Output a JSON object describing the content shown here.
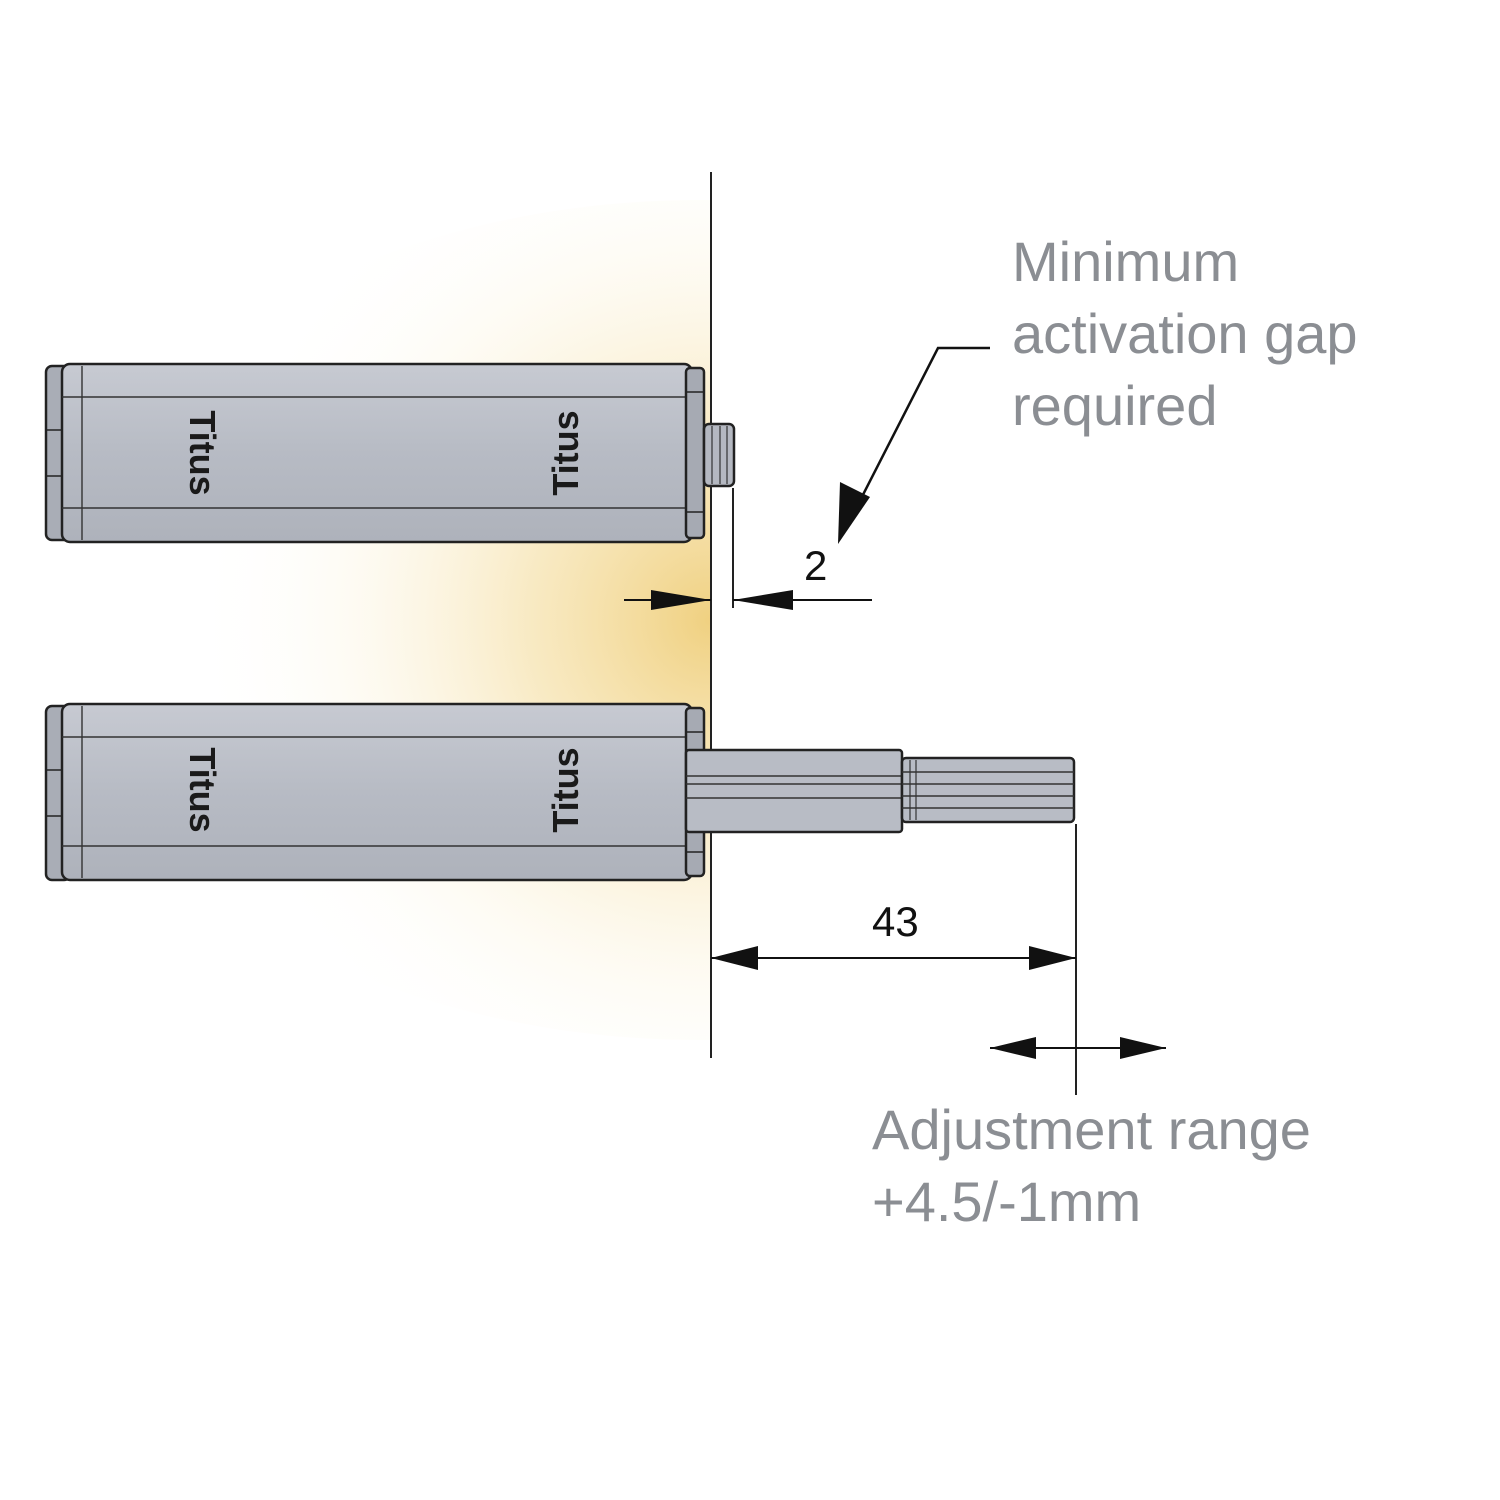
{
  "callout_top": {
    "line1": "Minimum",
    "line2": "activation gap",
    "line3": "required"
  },
  "callout_bottom": {
    "line1": "Adjustment range",
    "line2": "+4.5/-1mm"
  },
  "dimensions": {
    "gap": "2",
    "stroke": "43"
  },
  "brand": "Titus",
  "colors": {
    "body": "#b9bdc6",
    "outline": "#222222",
    "glow": "#f1d48a",
    "callout_text": "#8b8e93"
  }
}
